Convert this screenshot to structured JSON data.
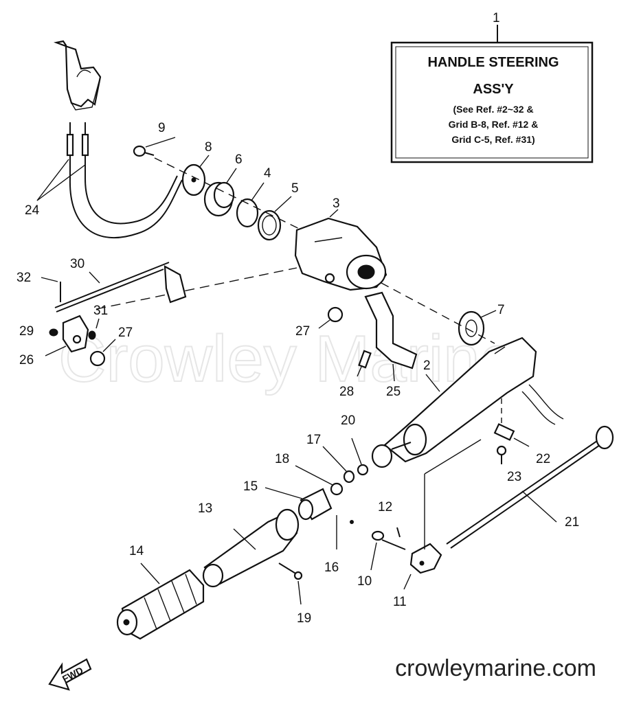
{
  "title_box": {
    "ref": "1",
    "line1": "HANDLE STEERING",
    "line2": "ASS'Y",
    "note1": "(See Ref. #2~32 &",
    "note2": "Grid B-8, Ref. #12 &",
    "note3": "Grid C-5, Ref. #31)"
  },
  "callouts": {
    "c2": "2",
    "c3": "3",
    "c4": "4",
    "c5": "5",
    "c6": "6",
    "c7": "7",
    "c8": "8",
    "c9": "9",
    "c10": "10",
    "c11": "11",
    "c12": "12",
    "c13": "13",
    "c14": "14",
    "c15": "15",
    "c16": "16",
    "c17": "17",
    "c18": "18",
    "c19": "19",
    "c20": "20",
    "c21": "21",
    "c22": "22",
    "c23": "23",
    "c24": "24",
    "c25": "25",
    "c26": "26",
    "c27a": "27",
    "c27b": "27",
    "c28": "28",
    "c29": "29",
    "c30": "30",
    "c31": "31",
    "c32": "32"
  },
  "fwd_label": "FWD",
  "watermark": "Crowley Marine",
  "site_url": "crowleymarine.com"
}
